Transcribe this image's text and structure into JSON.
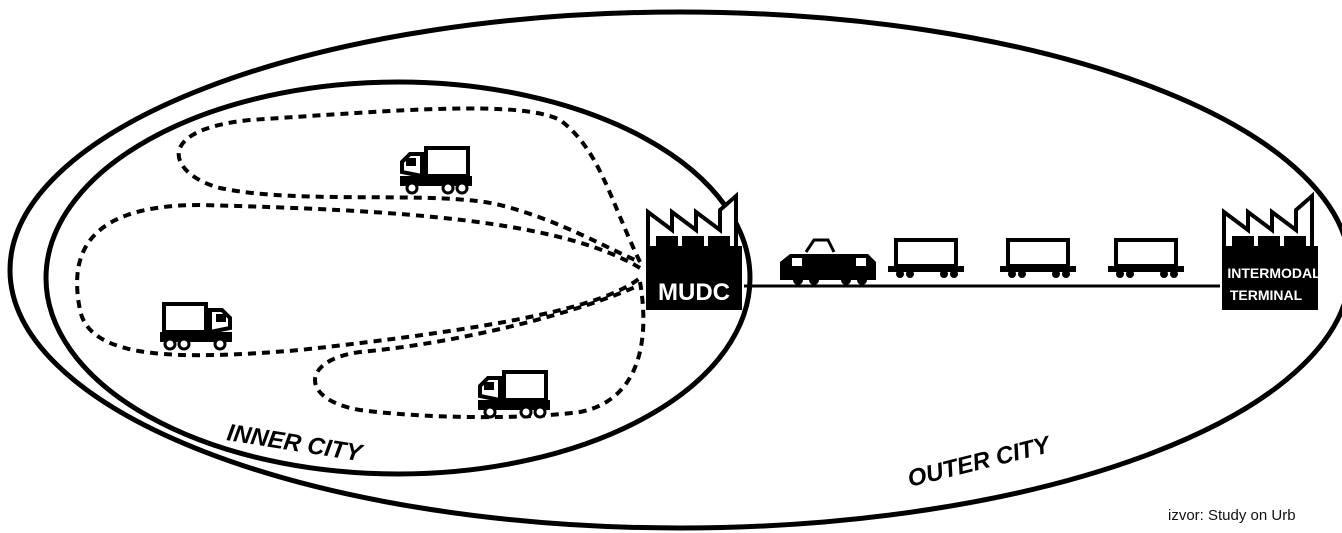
{
  "labels": {
    "mudc": "MUDC",
    "intermodal_line1": "INTERMODAL",
    "intermodal_line2": "TERMINAL",
    "inner_city": "INNER CITY",
    "outer_city": "OUTER CITY"
  },
  "source_text": "izvor: Study on Urb",
  "colors": {
    "ink": "#000000",
    "background": "#ffffff"
  }
}
